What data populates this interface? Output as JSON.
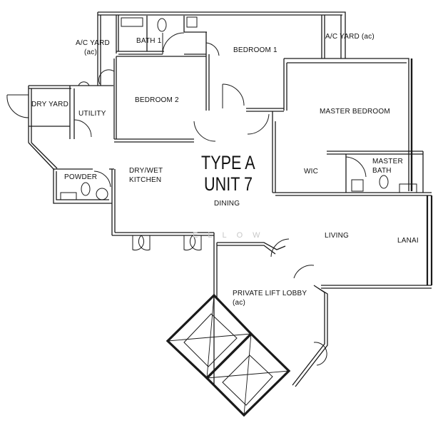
{
  "plan": {
    "title_line1": "TYPE A",
    "title_line2": "UNIT 7",
    "watermark": "ELLOW"
  },
  "rooms": {
    "ac_yard_left": "A/C YARD",
    "ac_yard_left_note": "(ac)",
    "bath1": "BATH 1",
    "bedroom1": "BEDROOM 1",
    "ac_yard_right": "A/C YARD (ac)",
    "bedroom2": "BEDROOM 2",
    "dry_yard": "DRY YARD",
    "utility": "UTILITY",
    "master_bedroom": "MASTER BEDROOM",
    "powder": "POWDER",
    "kitchen_line1": "DRY/WET",
    "kitchen_line2": "KITCHEN",
    "wic": "WIC",
    "master_bath_line1": "MASTER",
    "master_bath_line2": "BATH",
    "dining": "DINING",
    "living": "LIVING",
    "lanai": "LANAI",
    "lift_lobby": "PRIVATE LIFT LOBBY",
    "lift_lobby_note": "(ac)"
  },
  "colors": {
    "wall": "#1a1a1a",
    "background": "#ffffff",
    "watermark": "#c8c8c8"
  }
}
